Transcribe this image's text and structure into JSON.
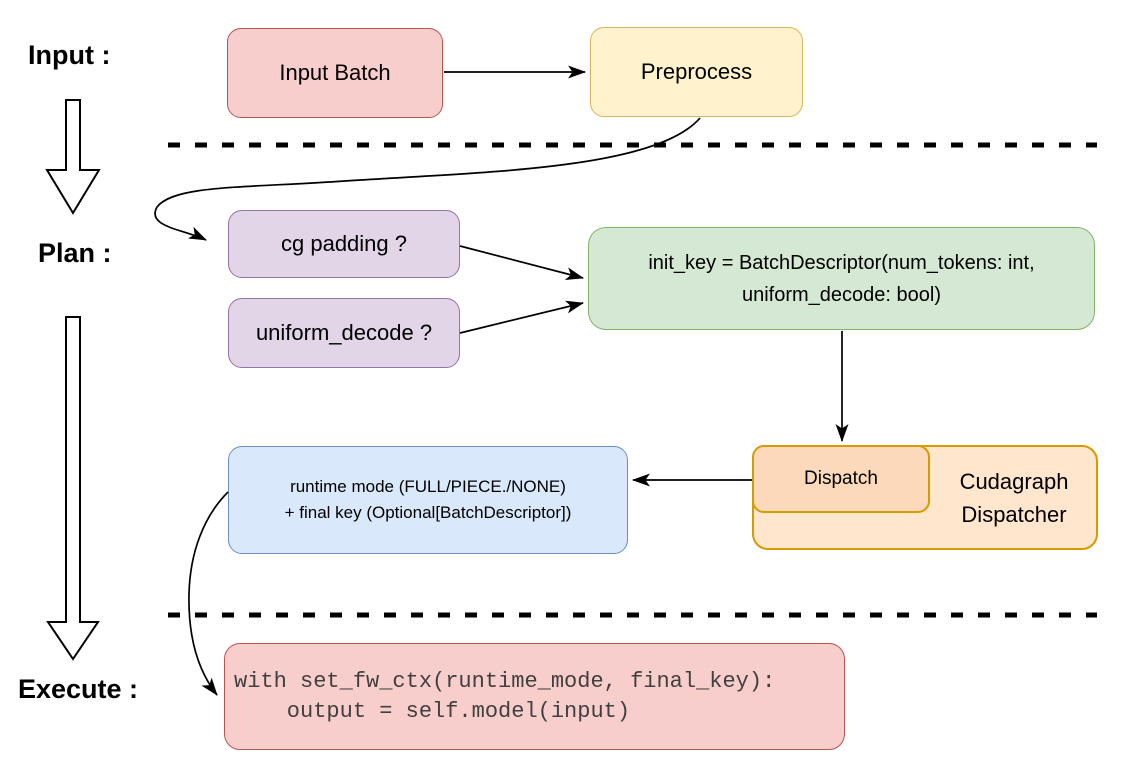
{
  "labels": {
    "input": "Input :",
    "plan": "Plan :",
    "execute": "Execute :"
  },
  "nodes": {
    "input_batch": {
      "label": "Input Batch",
      "fill": "#f8cecc",
      "stroke": "#b85450"
    },
    "preprocess": {
      "label": "Preprocess",
      "fill": "#fff2cc",
      "stroke": "#d6b656"
    },
    "cg_padding": {
      "label": "cg padding ?",
      "fill": "#e1d5e7",
      "stroke": "#9673a6"
    },
    "uniform_decode": {
      "label": "uniform_decode ?",
      "fill": "#e1d5e7",
      "stroke": "#9673a6"
    },
    "init_key": {
      "line1": "init_key = BatchDescriptor(num_tokens: int,",
      "line2": "uniform_decode: bool)",
      "fill": "#d5e8d4",
      "stroke": "#82b366"
    },
    "dispatch": {
      "label": "Dispatch",
      "fill": "#fcd9bb",
      "stroke": "#d79b00"
    },
    "cudagraph_dispatcher": {
      "line1": "Cudagraph",
      "line2": "Dispatcher",
      "fill": "#ffe6cc",
      "stroke": "#d79b00"
    },
    "runtime_mode": {
      "line1": "runtime mode (FULL/PIECE./NONE)",
      "line2": "+ final key (Optional[BatchDescriptor])",
      "fill": "#dae8fc",
      "stroke": "#6c8ebf"
    },
    "execute_code": {
      "line1": "with set_fw_ctx(runtime_mode, final_key):",
      "line2": "    output = self.model(input)",
      "fill": "#f8cecc",
      "stroke": "#b85450"
    }
  },
  "connector_color": "#000000"
}
